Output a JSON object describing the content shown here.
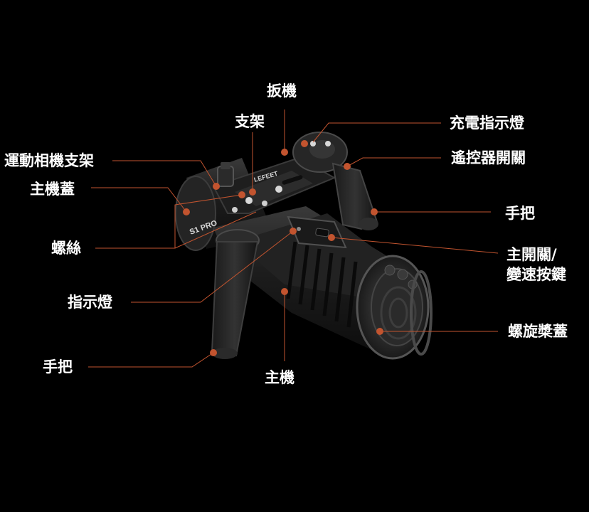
{
  "colors": {
    "background": "#000000",
    "leader_line": "#c2542f",
    "dot": "#c2542f",
    "label_text": "#ffffff"
  },
  "labels": {
    "trigger": "扳機",
    "bracket": "支架",
    "charge_indicator": "充電指示燈",
    "action_cam_mount": "運動相機支架",
    "remote_switch": "遙控器開關",
    "main_cover": "主機蓋",
    "handle_right": "手把",
    "screw": "螺絲",
    "main_switch_line1": "主開關/",
    "main_switch_line2": "變速按鍵",
    "indicator": "指示燈",
    "propeller_cover": "螺旋槳蓋",
    "handle_left": "手把",
    "main_unit": "主機"
  },
  "product": {
    "brand": "LEFEET",
    "model": "S1 PRO"
  }
}
